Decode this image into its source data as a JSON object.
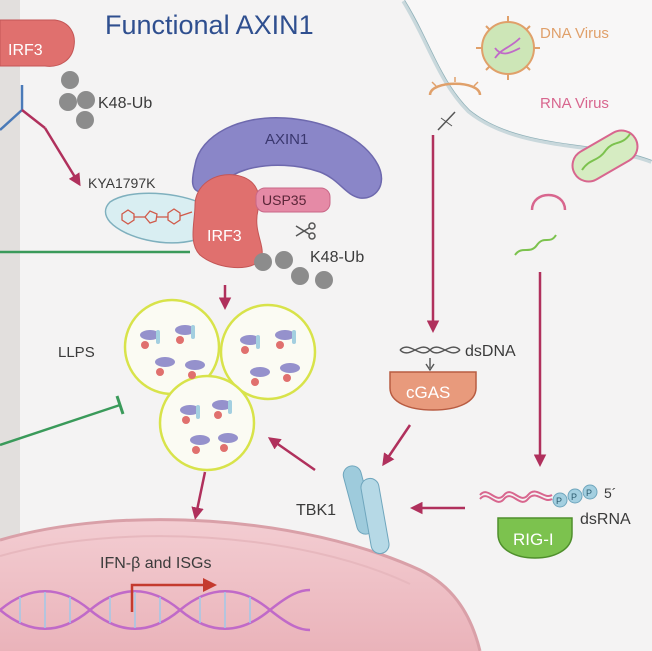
{
  "title": "Functional AXIN1",
  "labels": {
    "irf3_top": "IRF3",
    "k48ub_top": "K48-Ub",
    "axin1": "AXIN1",
    "kya": "KYA1797K",
    "usp35": "USP35",
    "irf3_mid": "IRF3",
    "k48ub_mid": "K48-Ub",
    "llps": "LLPS",
    "dna_virus": "DNA Virus",
    "rna_virus": "RNA Virus",
    "dsdna": "dsDNA",
    "cgas": "cGAS",
    "tbk1": "TBK1",
    "five_prime": "5´",
    "dsrna": "dsRNA",
    "rigi": "RIG-I",
    "p": "P",
    "ifn": "IFN-β and ISGs"
  },
  "colors": {
    "title": "#2f4f8f",
    "dna_virus": "#e0a06a",
    "rna_virus": "#d8668e",
    "arrow": "#b0305c",
    "inhibit": "#3a9a5a",
    "irf3": "#e0706e",
    "axin1": "#8a86c8",
    "usp35": "#e58aa6",
    "cgas": "#e89a7c",
    "rigi": "#7cc24e",
    "tbk1": "#9ecbdc",
    "nucleus": "#f2c9cd"
  }
}
